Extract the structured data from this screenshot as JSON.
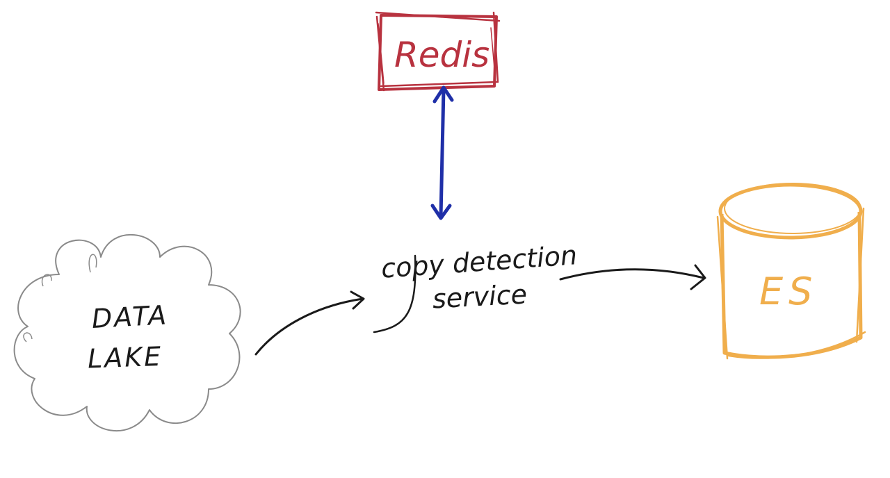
{
  "diagram": {
    "nodes": {
      "data_lake": {
        "label_line1": "DATA",
        "label_line2": "LAKE"
      },
      "service": {
        "label_line1": "copy detection",
        "label_line2": "service"
      },
      "redis": {
        "label": "Redis"
      },
      "es": {
        "label": "ES"
      }
    },
    "edges": [
      {
        "from": "data_lake",
        "to": "service",
        "direction": "forward"
      },
      {
        "from": "service",
        "to": "es",
        "direction": "forward"
      },
      {
        "from": "service",
        "to": "redis",
        "direction": "bidirectional"
      }
    ],
    "colors": {
      "ink": "#1a1a1a",
      "cloud": "#8a8a8a",
      "redis": "#b8323f",
      "redis_arrow": "#1f2fa8",
      "es": "#f0ae4c"
    }
  }
}
